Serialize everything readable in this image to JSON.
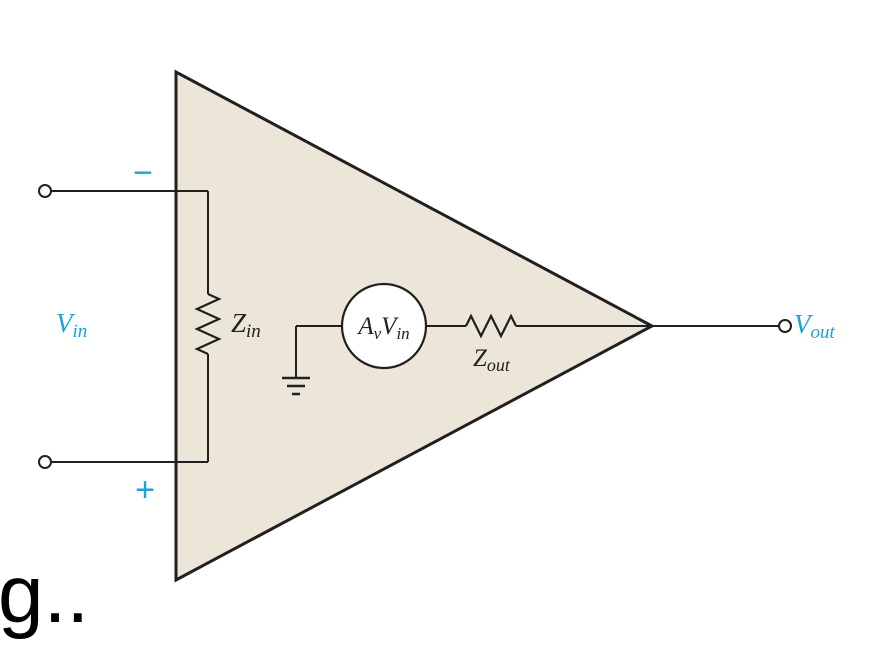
{
  "colors": {
    "triangle_fill": "#ece6d8",
    "line": "#231f20",
    "accent_blue": "#1aa3d9",
    "background": "#ffffff"
  },
  "diagram": {
    "minus_sign": "−",
    "plus_sign": "+",
    "vin": {
      "base": "V",
      "sub": "in"
    },
    "zin": {
      "base": "Z",
      "sub": "in"
    },
    "source": {
      "a": "A",
      "a_sub": "v",
      "v": "V",
      "v_sub": "in"
    },
    "zout": {
      "base": "Z",
      "sub": "out"
    },
    "vout": {
      "base": "V",
      "sub": "out"
    },
    "cutoff_text": "g.."
  }
}
